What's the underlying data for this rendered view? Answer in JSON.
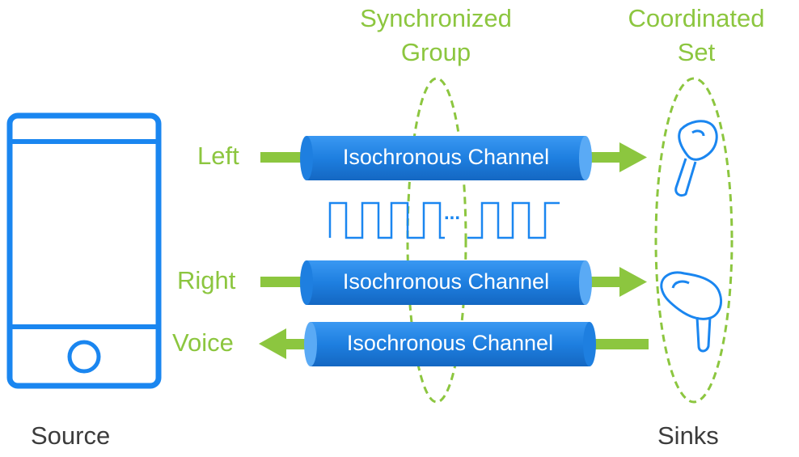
{
  "diagram": {
    "headers": {
      "synchronized_group": [
        "Synchronized",
        "Group"
      ],
      "coordinated_set": [
        "Coordinated",
        "Set"
      ]
    },
    "streams": [
      {
        "label": "Left",
        "channel": "Isochronous Channel",
        "direction": "to-sinks"
      },
      {
        "label": "Right",
        "channel": "Isochronous Channel",
        "direction": "to-sinks"
      },
      {
        "label": "Voice",
        "channel": "Isochronous Channel",
        "direction": "to-source"
      }
    ],
    "waveform_gap": "...",
    "source_label": "Source",
    "sinks_label": "Sinks",
    "colors": {
      "green": "#8cc63f",
      "blue": "#1e7fe0",
      "outline_blue": "#1a86f0",
      "text_dark": "#3c3c3c"
    }
  }
}
